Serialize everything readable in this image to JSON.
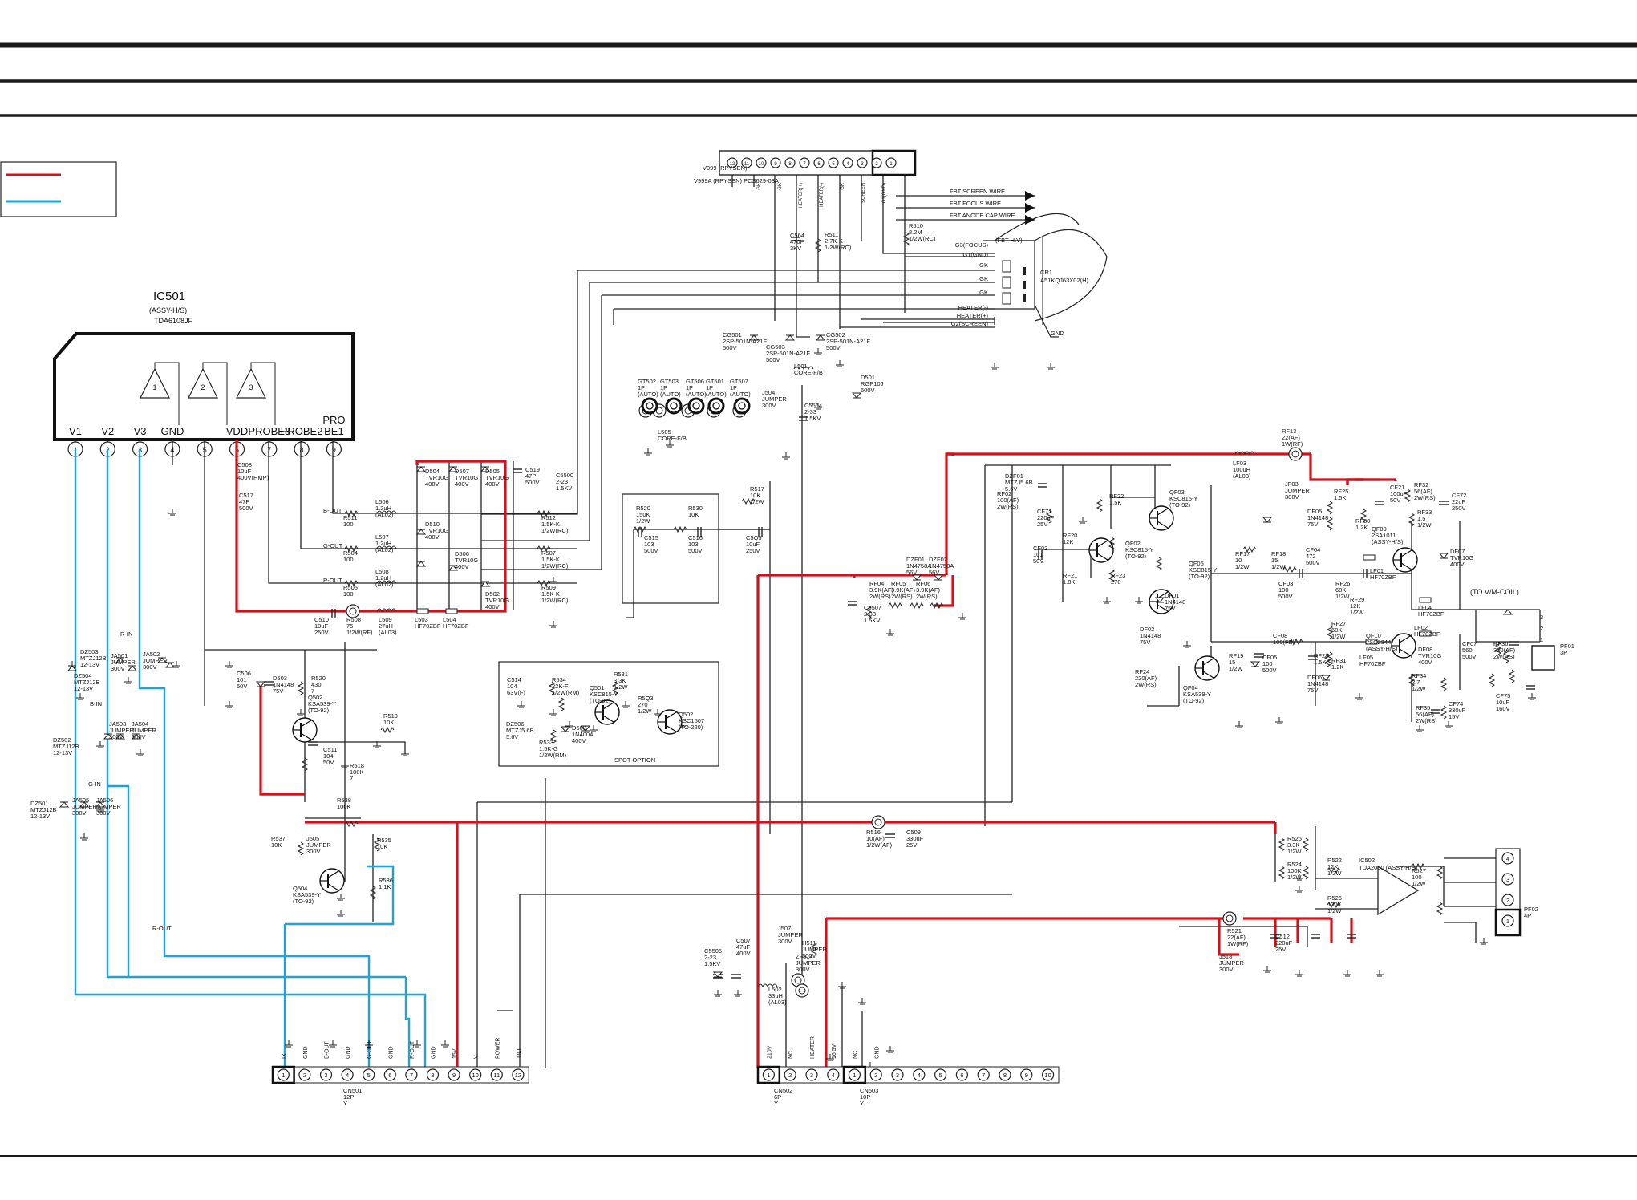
{
  "legend": {
    "line_colors": [
      "#d0121b",
      "#1fa3d8"
    ]
  },
  "ic501": {
    "ref": "IC501",
    "assy": "(ASSY-H/S)",
    "part": "TDA6108JF",
    "pins": [
      {
        "num": "1",
        "label": "V1"
      },
      {
        "num": "2",
        "label": "V2"
      },
      {
        "num": "3",
        "label": "V3"
      },
      {
        "num": "4",
        "label": "GND"
      },
      {
        "num": "5",
        "label": ""
      },
      {
        "num": "6",
        "label": "VDD"
      },
      {
        "num": "7",
        "label": "PROBE3"
      },
      {
        "num": "8",
        "label": "PROBE2"
      },
      {
        "num": "9",
        "label": "PRO BE1"
      }
    ],
    "amps": [
      "1",
      "2",
      "3"
    ]
  },
  "crt": {
    "ref": "CR1",
    "part": "A51KQJ63X02(H)",
    "nodes": [
      "G3(FOCUS)",
      "G1(GND)",
      "GK",
      "GK",
      "GK",
      "HEATER(-)",
      "HEATER(+)",
      "G2(SCREEN)"
    ],
    "fbt_hv": "(FBT H.V)",
    "gnd": "GND"
  },
  "fbt_wires": [
    "FBT SCREEN WIRE",
    "FBT FOCUS WIRE",
    "FBT ANODE CAP WIRE"
  ],
  "socket": {
    "v999": "V999\n(RPYSEN)",
    "v999a": "V999A\n(RPYSEN)\nPCS629-03A",
    "pins": [
      "12",
      "11",
      "10",
      "9",
      "8",
      "7",
      "6",
      "5",
      "4",
      "3",
      "2",
      "1"
    ],
    "labels": [
      "GK",
      "GK",
      "HEATER(+)",
      "HEATER(-)",
      "GK",
      "SCREEN",
      "G1(GND)"
    ]
  },
  "top_parts": [
    {
      "ref": "C564",
      "val": "470P\n3KV"
    },
    {
      "ref": "R511",
      "val": "2.7K-K\n1/2W(RC)"
    },
    {
      "ref": "R510",
      "val": "8.2M\n1/2W(RC)"
    },
    {
      "ref": "CG501",
      "val": "2SP-501N-A21F\n500V"
    },
    {
      "ref": "CG503",
      "val": "2SP-501N-A21F\n500V"
    },
    {
      "ref": "CG502",
      "val": "2SP-501N-A21F\n500V"
    },
    {
      "ref": "L501",
      "val": "CORE-F/B"
    },
    {
      "ref": "D501",
      "val": "RGP10J\n600V"
    },
    {
      "ref": "GT502",
      "val": "1P\n(AUTO)"
    },
    {
      "ref": "GT503",
      "val": "1P\n(AUTO)"
    },
    {
      "ref": "GT506",
      "val": "1P\n(AUTO)"
    },
    {
      "ref": "GT501",
      "val": "1P\n(AUTO)"
    },
    {
      "ref": "GT507",
      "val": "1P\n(AUTO)"
    },
    {
      "ref": "J504",
      "val": "JUMPER\n300V"
    },
    {
      "ref": "C5564",
      "val": "2-33\n1.5KV"
    },
    {
      "ref": "L505",
      "val": "CORE-F/B"
    }
  ],
  "video": {
    "diodes": [
      {
        "ref": "D504",
        "val": "TVR10G\n400V"
      },
      {
        "ref": "D507",
        "val": "TVR10G\n400V"
      },
      {
        "ref": "D505",
        "val": "TVR10G\n400V"
      },
      {
        "ref": "C519",
        "val": "47P\n500V"
      },
      {
        "ref": "C5500",
        "val": "2-23\n1.5KV"
      },
      {
        "ref": "D510",
        "val": "TVR10G\n400V"
      },
      {
        "ref": "D506",
        "val": "TVR10G\n400V"
      },
      {
        "ref": "D502",
        "val": "TVR10G\n400V"
      }
    ],
    "rows": [
      {
        "tag": "B-OUT",
        "r1": "R511\n100",
        "l": "L506\n1.2uH\n(AL02)",
        "r2": "R512\n1.5K-K\n1/2W(RC)"
      },
      {
        "tag": "G-OUT",
        "r1": "R504\n100",
        "l": "L507\n1.2uH\n(AL02)",
        "r2": "R507\n1.5K-K\n1/2W(RC)"
      },
      {
        "tag": "R-OUT",
        "r1": "R505\n100",
        "l": "L508\n1.2uH\n(AL02)",
        "r2": "R509\n1.5K-K\n1/2W(RC)"
      }
    ],
    "c508": "C508\n10uF\n400V(HMP)",
    "c517": "C517\n47P\n500V",
    "bottom": [
      "C510\n10uF\n250V",
      "R508\n75\n1/2W(RF)",
      "L509\n27uH\n(AL03)",
      "L503\nHF70ZBF",
      "L504\nHF70ZBF"
    ]
  },
  "spot": {
    "label": "SPOT OPTION",
    "parts": [
      "R520\n150K\n1/2W",
      "R530\n10K",
      "R517\n10K\n1/2W",
      "C515\n103\n500V",
      "C516\n103\n500V",
      "C5Q5\n10uF\n250V",
      "C514\n104\n63V(F)",
      "R534\n22K-F\n1/2W(RM)",
      "Q501\nKSC815-Y\n(TO-92)",
      "R531\n3.3K\n1/2W",
      "R5Q3\n270\n1/2W",
      "Q502\nKSC1507\n(TO-220)",
      "DZ506\nMTZJ5.6B\n5.6V",
      "R533\n1.5K-G\n1/2W(RM)",
      "D508\n1N4004\n400V"
    ]
  },
  "left_parts": {
    "items": [
      "R-IN",
      "DZ503\nMTZJ12B\n12-13V",
      "JA501\nJUMPER\n300V",
      "JA502\nJUMPER\n300V",
      "DZ504\nMTZJ12B\n12-13V",
      "B-IN",
      "DZ502\nMTZJ12B\n12-13V",
      "JA503\nJUMPER\n300V",
      "JA504\nJUMPER\n300V",
      "G-IN",
      "DZ501\nMTZJ12B\n12-13V",
      "JA505\nJUMPER\n300V",
      "JA506\nJUMPER\n300V"
    ]
  },
  "mid_parts": {
    "items": [
      "C506\n101\n50V",
      "D503\n1N4148\n75V",
      "R520\n430\n7",
      "Q502\nKSA539-Y\n(TO-92)",
      "R519\n10K",
      "C511\n104\n50V",
      "R518\n100K\n7",
      "R538\n100K",
      "R537\n10K",
      "J505\nJUMPER\n300V",
      "R535\n10K",
      "Q504\nKSA539-Y\n(TO-92)",
      "R536\n1.1K",
      "R516\n10(AF)\n1/2W(AF)",
      "C509\n330uF\n25V",
      "R-OUT"
    ]
  },
  "right_circuit": {
    "parts": [
      {
        "ref": "DZF01",
        "val": "MTZJ5.6B\n5.6V"
      },
      {
        "ref": "RF02",
        "val": "100(AF)\n2W(RS)"
      },
      {
        "ref": "CF71",
        "val": "220uF\n25V"
      },
      {
        "ref": "RF22",
        "val": "1.5K"
      },
      {
        "ref": "QF03",
        "val": "KSC815-Y\n(TO-92)"
      },
      {
        "ref": "LF03",
        "val": "100uH\n(AL03)"
      },
      {
        "ref": "RF13",
        "val": "22(AF)\n1W(RF)"
      },
      {
        "ref": "JF03",
        "val": "JUMPER\n300V"
      },
      {
        "ref": "RF25",
        "val": "1.5K"
      },
      {
        "ref": "CF21",
        "val": "100uF\n50V"
      },
      {
        "ref": "RF32",
        "val": "56(AF)\n2W(RS)"
      },
      {
        "ref": "CF72",
        "val": "22uF\n250V"
      },
      {
        "ref": "DF05",
        "val": "1N4148\n75V"
      },
      {
        "ref": "RF30",
        "val": "1.2K"
      },
      {
        "ref": "QF09",
        "val": "2SA1011\n(ASSY-H/S)"
      },
      {
        "ref": "RF33",
        "val": "1.5\n1/2W"
      },
      {
        "ref": "CF02",
        "val": "101\n50V"
      },
      {
        "ref": "RF20",
        "val": "12K"
      },
      {
        "ref": "QF02",
        "val": "KSC815-Y\n(TO-92)"
      },
      {
        "ref": "QF05",
        "val": "KSC815-Y\n(TO-92)"
      },
      {
        "ref": "RF21",
        "val": "1.8K"
      },
      {
        "ref": "RF23",
        "val": "270"
      },
      {
        "ref": "RF17",
        "val": "10\n1/2W"
      },
      {
        "ref": "RF18",
        "val": "15\n1/2W"
      },
      {
        "ref": "CF04",
        "val": "472\n500V"
      },
      {
        "ref": "CF03",
        "val": "100\n500V"
      },
      {
        "ref": "LF01",
        "val": "HF70ZBF"
      },
      {
        "ref": "DF07",
        "val": "TVR10G\n400V"
      },
      {
        "ref": "LF04",
        "val": "HF70ZBF"
      },
      {
        "ref": "RF26",
        "val": "68K\n1/2W"
      },
      {
        "ref": "DF01",
        "val": "1N4148\n75V"
      },
      {
        "ref": "DF02",
        "val": "1N4148\n75V"
      },
      {
        "ref": "RF29",
        "val": "12K\n1/2W"
      },
      {
        "ref": "RF27",
        "val": "68K\n1/2W"
      },
      {
        "ref": "QF10",
        "val": "2SC2344\n(ASSY-H/S)"
      },
      {
        "ref": "LF02",
        "val": "HF70ZBF"
      },
      {
        "ref": "CF08",
        "val": "100(FB)"
      },
      {
        "ref": "RF28",
        "val": "1.5K"
      },
      {
        "ref": "RF31",
        "val": "1.2K"
      },
      {
        "ref": "DF08",
        "val": "TVR10G\n400V"
      },
      {
        "ref": "CF07",
        "val": "560\n500V"
      },
      {
        "ref": "RF36",
        "val": "330(AF)\n2W(RS)"
      },
      {
        "ref": "RF19",
        "val": "15\n1/2W"
      },
      {
        "ref": "CF05",
        "val": "100\n500V"
      },
      {
        "ref": "QF04",
        "val": "KSA539-Y\n(TO-92)"
      },
      {
        "ref": "RF24",
        "val": "220(AF)\n2W(RS)"
      },
      {
        "ref": "DF06",
        "val": "1N4148\n75V"
      },
      {
        "ref": "LF05",
        "val": "HF70ZBF"
      },
      {
        "ref": "RF34",
        "val": "2.7\n1/2W"
      },
      {
        "ref": "RF35",
        "val": "56(AF)\n2W(RS)"
      },
      {
        "ref": "CF74",
        "val": "330uF\n15V"
      },
      {
        "ref": "CF75",
        "val": "10uF\n160V"
      },
      {
        "ref": "RF04",
        "val": "3.9K(AF)\n2W(RS)"
      },
      {
        "ref": "RF05",
        "val": "3.9K(AF)\n2W(RS)"
      },
      {
        "ref": "RF06",
        "val": "3.9K(AF)\n2W(RS)"
      },
      {
        "ref": "DZF01b",
        "val": "1N4758A\n56V"
      },
      {
        "ref": "DZF02",
        "val": "1N4758A\n56V"
      },
      {
        "ref": "C5507",
        "val": "2-33\n1.5KV"
      }
    ],
    "to_coil": "(TO V/M-COIL)",
    "pf01": "PF01\n3P"
  },
  "ic502": {
    "ref": "IC502",
    "part": "TDA2030\n(ASSY-H/S)",
    "parts": [
      "R525\n3.3K\n1/2W",
      "R524\n100K\n1/2W",
      "R522\n12K\n1/2W",
      "R527\n100\n1/2W",
      "R526\n100K\n1/2W",
      "R521\n22(AF)\n1W(RF)",
      "C512\n220uF\n25V",
      "J518\nJUMPER\n300V"
    ],
    "pf02": "PF02\n4P"
  },
  "lower_mid": {
    "parts": [
      "C5505\n2-23\n1.5KV",
      "C507\n47uF\n400V",
      "J507\nJUMPER\n300V",
      "ZF514\nJUMPER\n300V",
      "L502\n33uH\n(AL03)",
      "H511\nJUMPER\n300V"
    ]
  },
  "connectors": [
    {
      "ref": "CN501",
      "desc": "12P\nY",
      "pins": [
        "1",
        "2",
        "3",
        "4",
        "5",
        "6",
        "7",
        "8",
        "9",
        "10",
        "11",
        "12"
      ],
      "labels": [
        "IX",
        "GND",
        "B-OUT",
        "GND",
        "G-OUT",
        "GND",
        "R-OUT",
        "GND",
        "15V",
        "V",
        "POWER",
        "TILT"
      ]
    },
    {
      "ref": "CN502",
      "desc": "6P\nY",
      "pins": [
        "1",
        "2",
        "3",
        "4",
        "5",
        "6"
      ],
      "labels": [
        "210V",
        "NC",
        "HEATER",
        "16.5V",
        "NC",
        "GND"
      ]
    },
    {
      "ref": "CN503",
      "desc": "10P\nY",
      "pins": [
        "1",
        "2",
        "3",
        "4",
        "5",
        "6",
        "7",
        "8",
        "9",
        "10"
      ],
      "labels": []
    }
  ]
}
